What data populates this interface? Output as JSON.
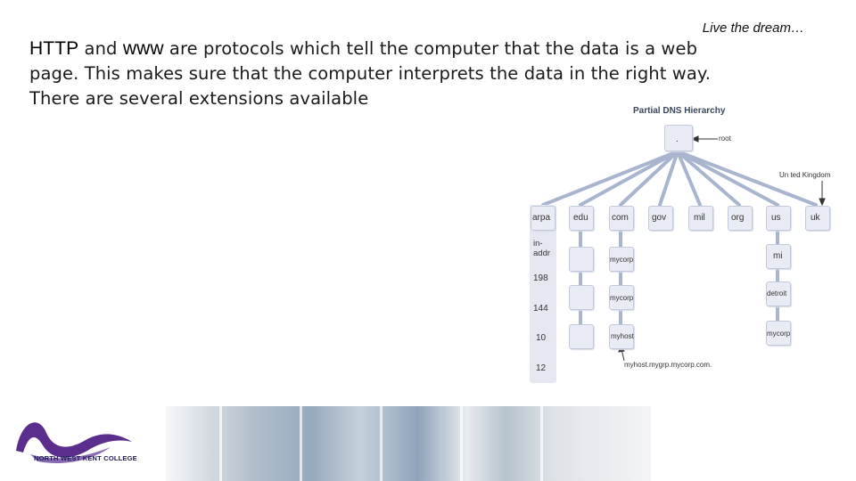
{
  "slide": {
    "tagline": "Live the dream…",
    "paragraph": {
      "kw1": "HTTP",
      "mid1": " and ",
      "kw2": "www",
      "rest": " are protocols which tell the computer that the data is a web page. This makes sure that the computer interprets the data in the right way. There are several extensions available"
    }
  },
  "diagram": {
    "title": "Partial DNS Hierarchy",
    "root_node": ".",
    "root_label": "root",
    "uk_label": "Un ted Kingdom",
    "top_level": [
      "arpa",
      "edu",
      "com",
      "gov",
      "mil",
      "org",
      "us",
      "uk"
    ],
    "arpa_chain": [
      "in-addr",
      "198",
      "144",
      "10",
      "12"
    ],
    "com_chain": [
      "mycorp",
      "mycorp",
      "myhost"
    ],
    "us_chain": [
      "mi",
      "detroit",
      "mycorp"
    ],
    "fqdn_label": "myhost.mygrp.mycorp.com."
  },
  "footer": {
    "logo_text": "NORTH WEST KENT COLLEGE"
  },
  "colors": {
    "node_fill": "#e9ecf4",
    "node_border": "#c3c9dc",
    "line": "#a9b4cf",
    "logo_purple": "#5b2d8c"
  }
}
